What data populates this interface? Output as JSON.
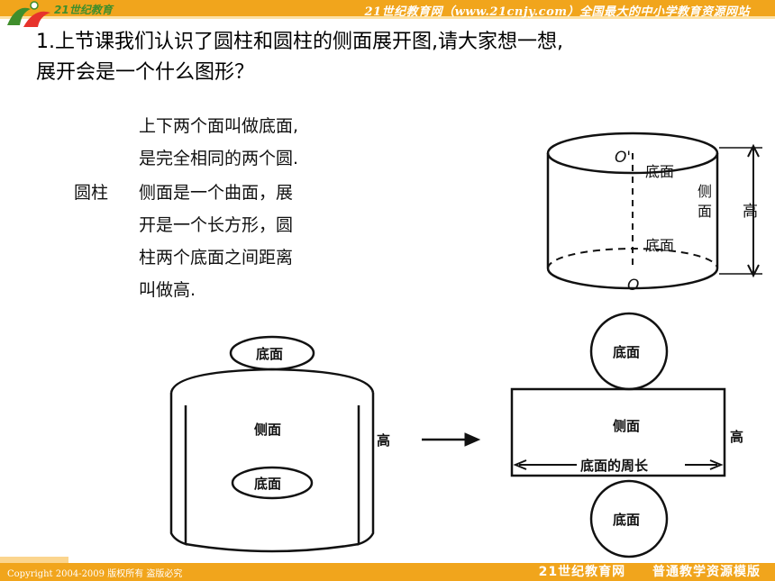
{
  "header": {
    "logo_text": "21世纪教育",
    "banner": "21世纪教育网（www.21cnjy.com）全国最大的中小学教育资源网站"
  },
  "question": {
    "line1": "1.上节课我们认识了圆柱和圆柱的侧面展开图,请大家想一想,",
    "line2": "展开会是一个什么图形？"
  },
  "definition": {
    "term": "圆柱",
    "lines": [
      "上下两个面叫做底面,",
      "是完全相同的两个圆.",
      "侧面是一个曲面，展",
      "开是一个长方形，圆",
      "柱两个底面之间距离",
      "叫做高."
    ]
  },
  "cylinder": {
    "top_center": "O'",
    "bottom_center": "O",
    "top_label": "底面",
    "bottom_label": "底面",
    "side_label_1": "侧",
    "side_label_2": "面",
    "height_label": "高"
  },
  "unrolling": {
    "top_label": "底面",
    "side_label": "侧面",
    "bottom_label": "底面",
    "height_label": "高"
  },
  "net": {
    "top_label": "底面",
    "side_label": "侧面",
    "bottom_label": "底面",
    "perimeter_label": "底面的周长",
    "height_label": "高"
  },
  "footer": {
    "copyright": "Copyright 2004-2009 版权所有 盗版必究",
    "brand_1": "21世纪教育网",
    "brand_2": "普通教学资源模版"
  }
}
